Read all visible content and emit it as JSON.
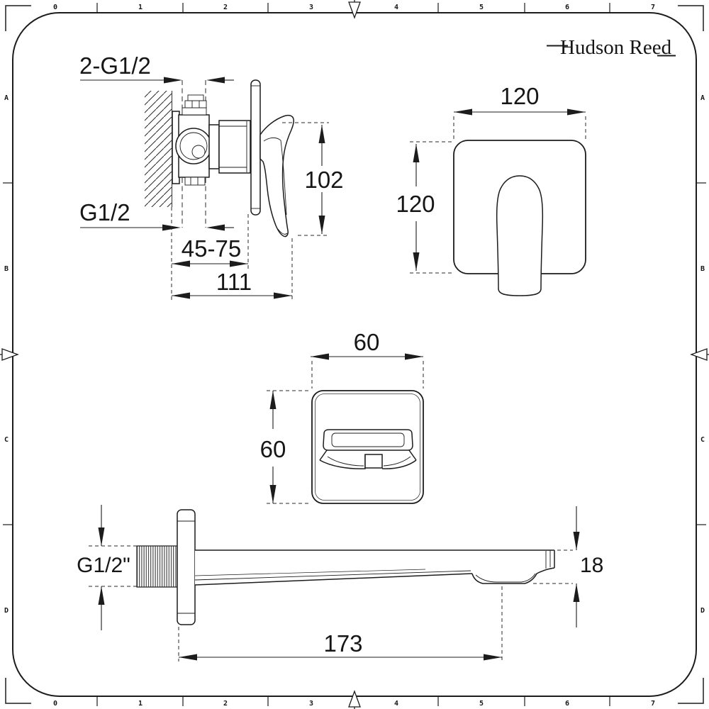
{
  "logo": {
    "text": "Hudson Reed"
  },
  "colors": {
    "line": "#1c1c1c",
    "background": "#ffffff"
  },
  "frame": {
    "top_numbers": [
      "0",
      "1",
      "2",
      "3",
      "4",
      "5",
      "6",
      "7"
    ],
    "bottom_numbers": [
      "0",
      "1",
      "2",
      "3",
      "4",
      "5",
      "6",
      "7"
    ],
    "left_letters": [
      "A",
      "B",
      "C",
      "D"
    ],
    "right_letters": [
      "A",
      "B",
      "C",
      "D"
    ]
  },
  "valve_side_view": {
    "ports_label": "2-G1/2",
    "inlet_label": "G1/2",
    "height": "102",
    "depth_range": "45-75",
    "total_depth": "111"
  },
  "plate_front_view": {
    "width": "120",
    "height": "120"
  },
  "spout_front_view": {
    "width": "60",
    "height": "60"
  },
  "spout_side_view": {
    "thread_label": "G1/2\"",
    "tip_height": "18",
    "length": "173"
  }
}
